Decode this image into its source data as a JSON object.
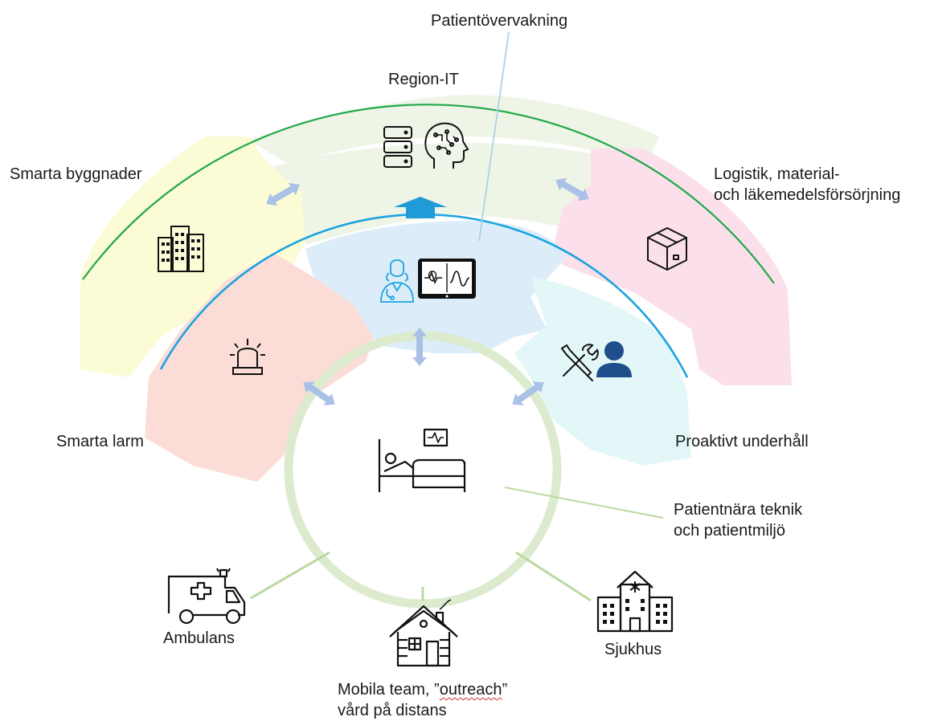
{
  "labels": {
    "patient_monitoring": "Patientövervakning",
    "region_it": "Region-IT",
    "smart_buildings": "Smarta byggnader",
    "logistics_line1": "Logistik, material-",
    "logistics_line2": "och läkemedelsförsörjning",
    "smart_alarms": "Smarta larm",
    "proactive_maintenance": "Proaktivt underhåll",
    "patient_tech_line1": "Patientnära teknik",
    "patient_tech_line2": "och patientmiljö",
    "ambulance": "Ambulans",
    "hospital": "Sjukhus",
    "mobile_prefix": "Mobila team, ”",
    "mobile_word": "outreach",
    "mobile_suffix": "”",
    "remote_care": "vård på distans"
  },
  "colors": {
    "green_arc": "#22a84a",
    "blue_arc": "#1aa3e0",
    "region_fill": "#eef5e6",
    "buildings_fill": "#fbfbd6",
    "logistics_fill": "#fbe0ec",
    "alarms_fill": "#fbdcd6",
    "monitoring_fill": "#dcedf9",
    "maintenance_fill": "#e3f7f8",
    "inner_ring": "#dcebcd",
    "connector": "#b0cfe8",
    "double_arrow": "#a9c1e6",
    "up_arrow": "#1f9bd7",
    "connector_green": "#b9d9a0"
  },
  "icons": [
    "database-icon",
    "ai-head-icon",
    "office-buildings-icon",
    "package-box-icon",
    "nurse-icon",
    "tablet-monitor-icon",
    "alarm-beacon-icon",
    "tools-icon",
    "person-icon",
    "patient-bed-icon",
    "ambulance-icon",
    "log-cabin-icon",
    "hospital-icon"
  ]
}
